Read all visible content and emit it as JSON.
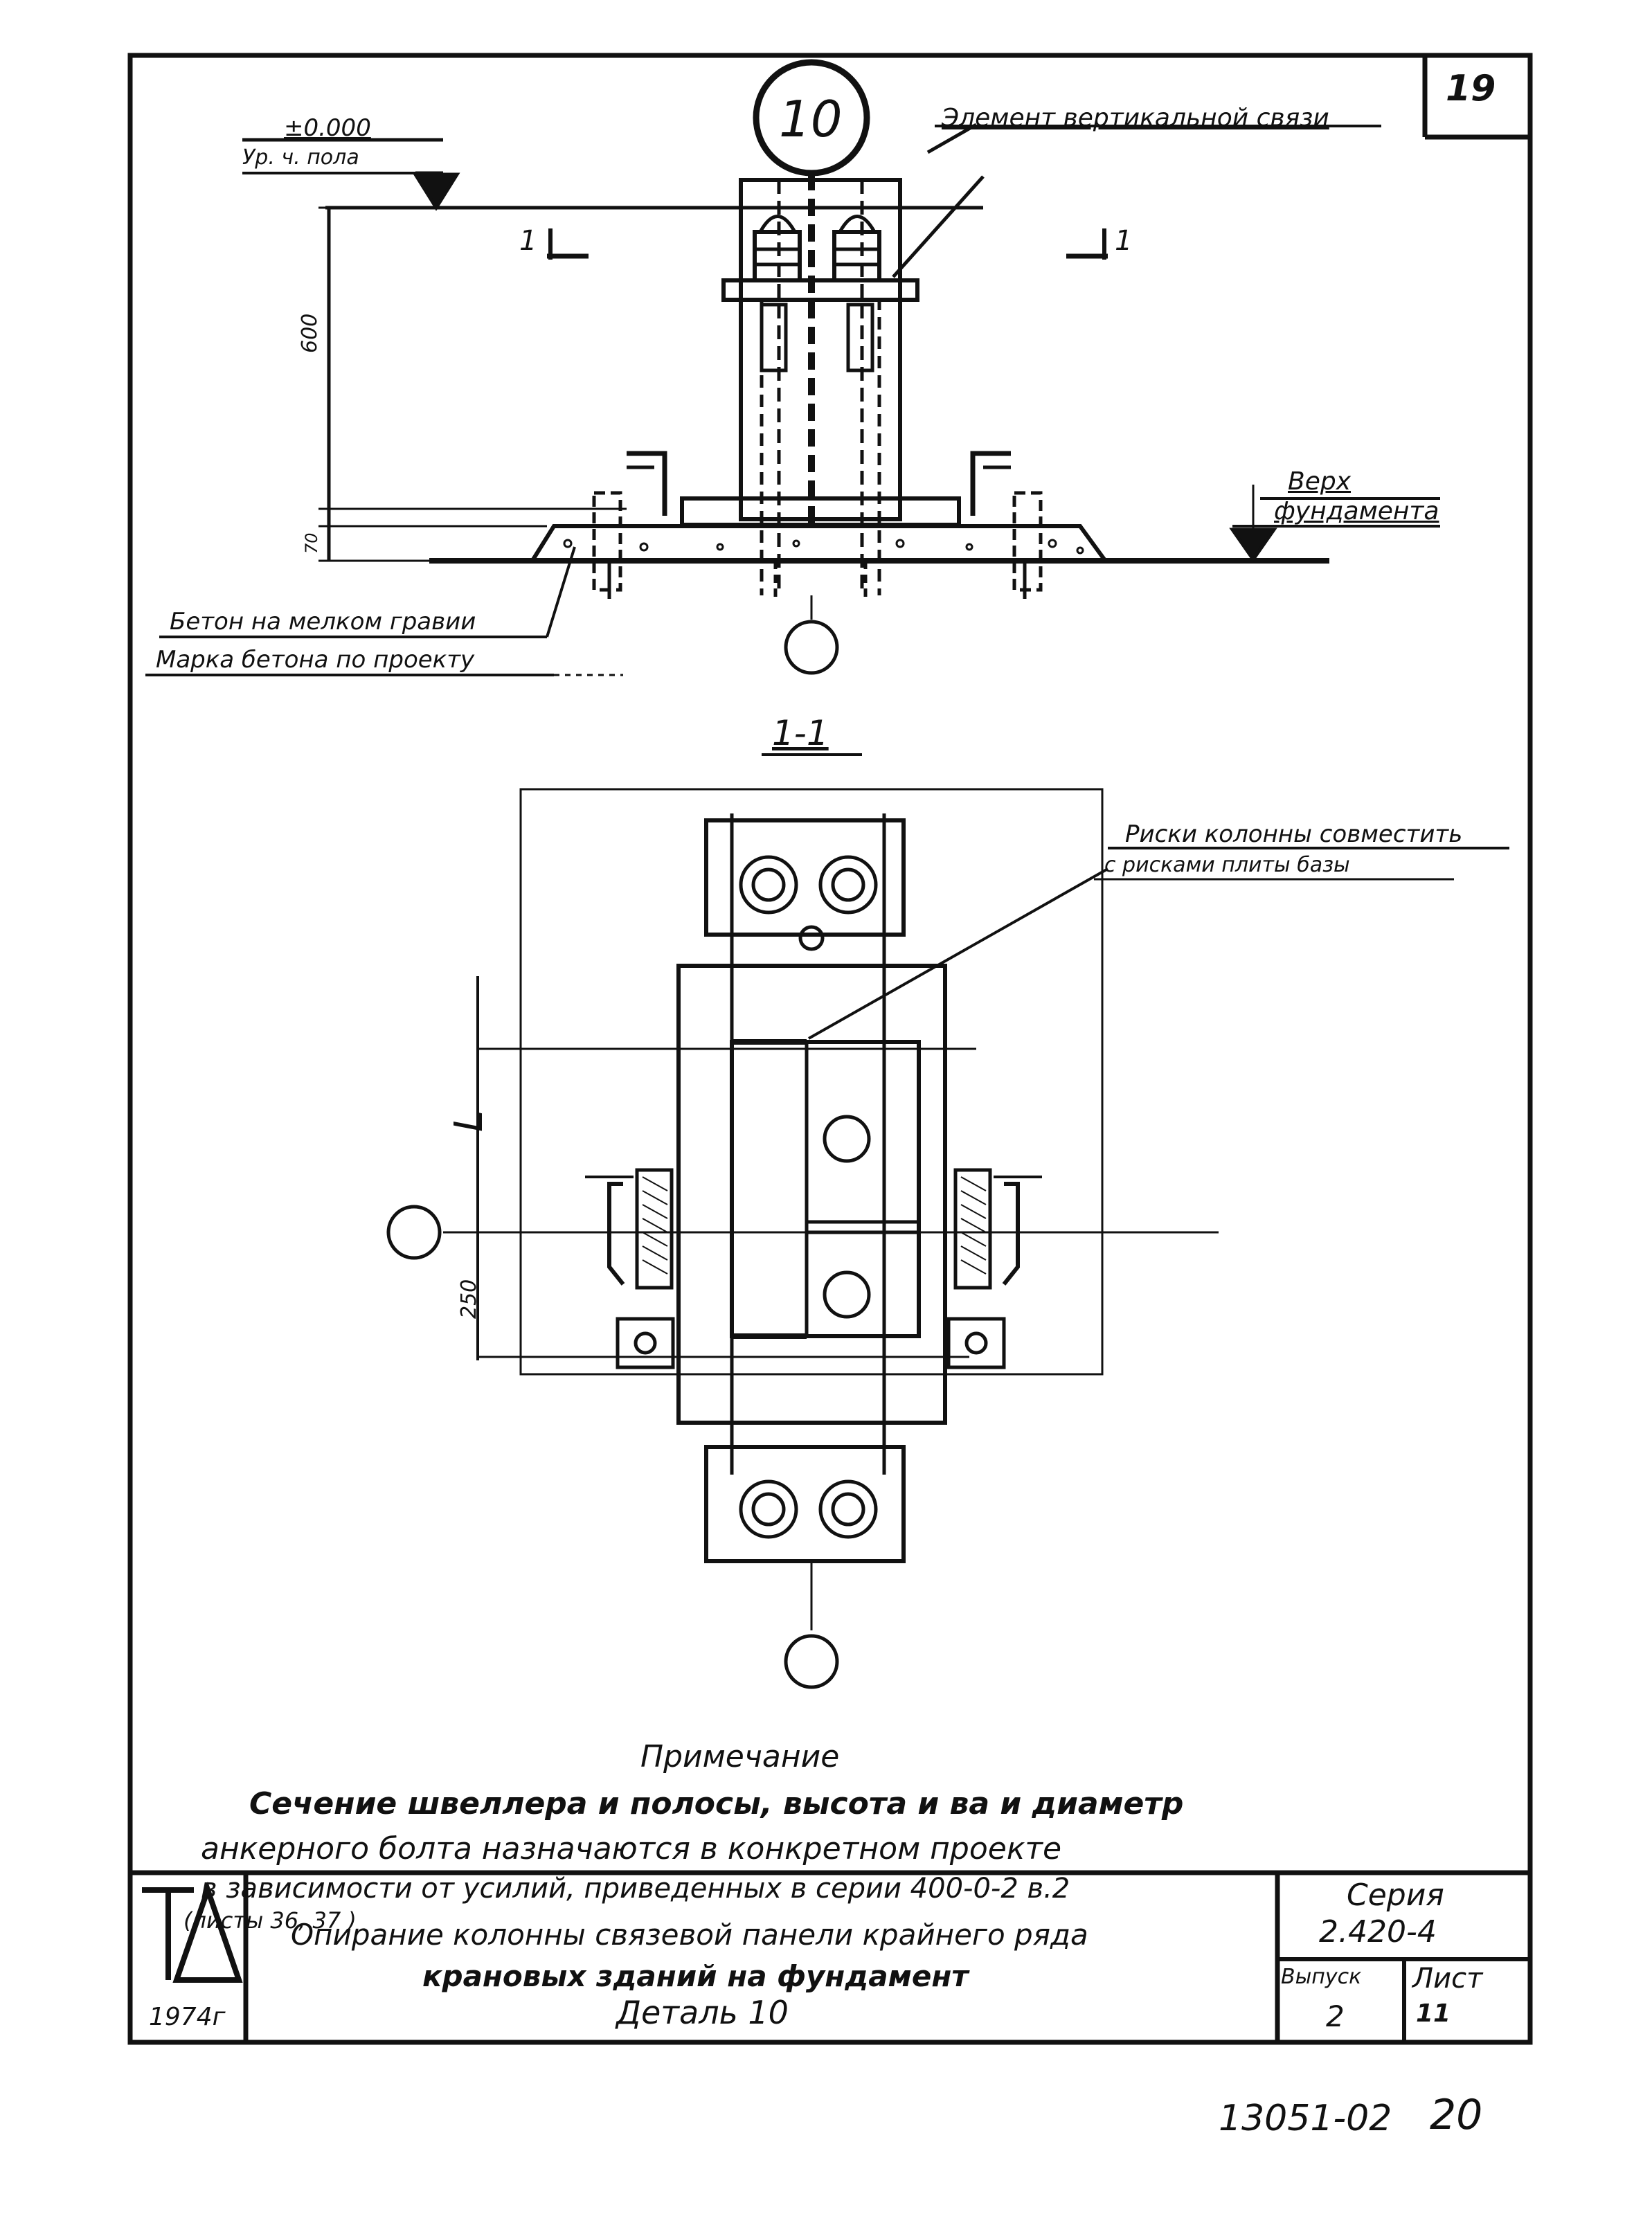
{
  "sheet_number": "19",
  "detail_marker": "10",
  "labels": {
    "element_label": "Элемент вертикальной связи",
    "level_value": "±0.000",
    "level_caption": "Ур. ч. пола",
    "dim_600": "600",
    "dim_70": "70",
    "section_mark_left": "1",
    "section_mark_right": "1",
    "top_foundation_1": "Верх",
    "top_foundation_2": "фундамента",
    "concrete_1": "Бетон на мелком гравии",
    "concrete_2": "Марка бетона по проекту",
    "section_title": "1-1",
    "risks_1": "Риски колонны совместить",
    "risks_2": "с рисками плиты базы",
    "dim_L": "L",
    "dim_250": "250"
  },
  "note": {
    "title": "Примечание",
    "line1": "Сечение швеллера и полосы, высота и ва и диаметр",
    "line2": "анкерного болта назначаются в конкретном проекте",
    "line3": "в зависимости от усилий, приведенных в серии 400-0-2 в.2",
    "line4": "(листы 36, 37 )"
  },
  "title_block": {
    "logo": "ТД",
    "year": "1974г",
    "title_line1": "Опирание колонны связевой панели крайнего ряда",
    "title_line2": "крановых зданий на фундамент",
    "title_line3": "Деталь 10",
    "series_label": "Серия",
    "series_value": "2.420-4",
    "issue_label": "Выпуск",
    "issue_value": "2",
    "sheet_label": "Лист",
    "sheet_value": "11"
  },
  "footer": {
    "doc_code": "13051-02",
    "page": "20"
  }
}
